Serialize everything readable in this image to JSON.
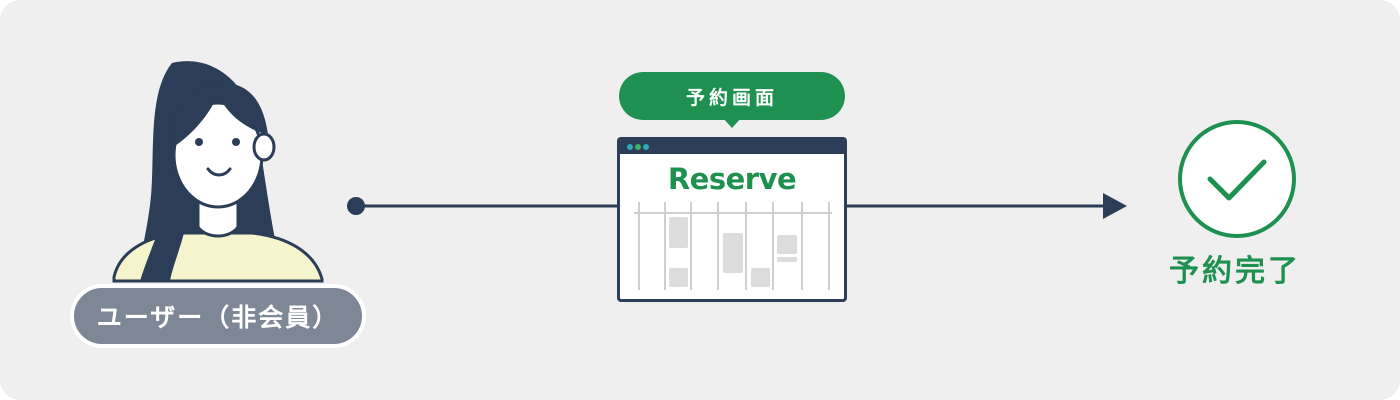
{
  "user": {
    "label": "ユーザー（非会員）"
  },
  "screen": {
    "bubble_label": "予約画面",
    "logo_text": "Reserve"
  },
  "result": {
    "label": "予約完了"
  },
  "icons": {
    "user": "woman-avatar-icon",
    "browser": "browser-window-icon",
    "done": "checkmark-circle-icon"
  },
  "colors": {
    "background": "#efefef",
    "navy": "#2b3d57",
    "green": "#1e9150",
    "pill_gray": "#7d8795",
    "shirt": "#f6f4cc",
    "calendar_block": "#dcdcdc",
    "dot_teal": "#2fa9b9",
    "dot_green": "#3cb469"
  }
}
